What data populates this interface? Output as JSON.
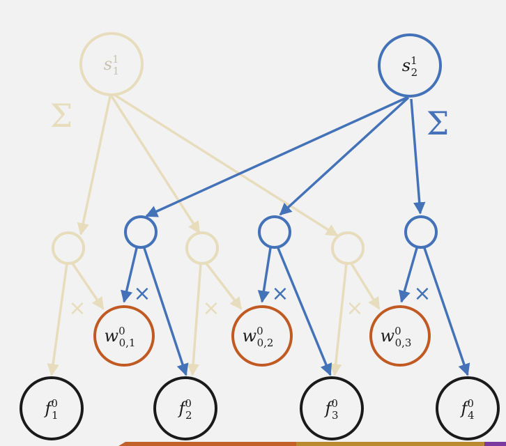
{
  "colors": {
    "background": "#f2f2f2",
    "faded": "#e7dcbc",
    "faded_text": "#c9c2b0",
    "blue": "#4472b8",
    "orange": "#c05a22",
    "black": "#1a1a1a",
    "bottom_bar": [
      "#c0622a",
      "#b98a2e",
      "#7a3aa0"
    ]
  },
  "labels": {
    "s1": {
      "base": "s",
      "sup": "1",
      "sub": "1"
    },
    "s2": {
      "base": "s",
      "sup": "1",
      "sub": "2"
    },
    "w01": {
      "base": "w",
      "sup": "0",
      "sub": "0,1"
    },
    "w02": {
      "base": "w",
      "sup": "0",
      "sub": "0,2"
    },
    "w03": {
      "base": "w",
      "sup": "0",
      "sub": "0,3"
    },
    "f1": {
      "base": "f",
      "sup": "0",
      "sub": "1"
    },
    "f2": {
      "base": "f",
      "sup": "0",
      "sub": "2"
    },
    "f3": {
      "base": "f",
      "sup": "0",
      "sub": "3"
    },
    "f4": {
      "base": "f",
      "sup": "0",
      "sub": "4"
    }
  },
  "sum_symbol": "Σ",
  "product_symbol": "×"
}
